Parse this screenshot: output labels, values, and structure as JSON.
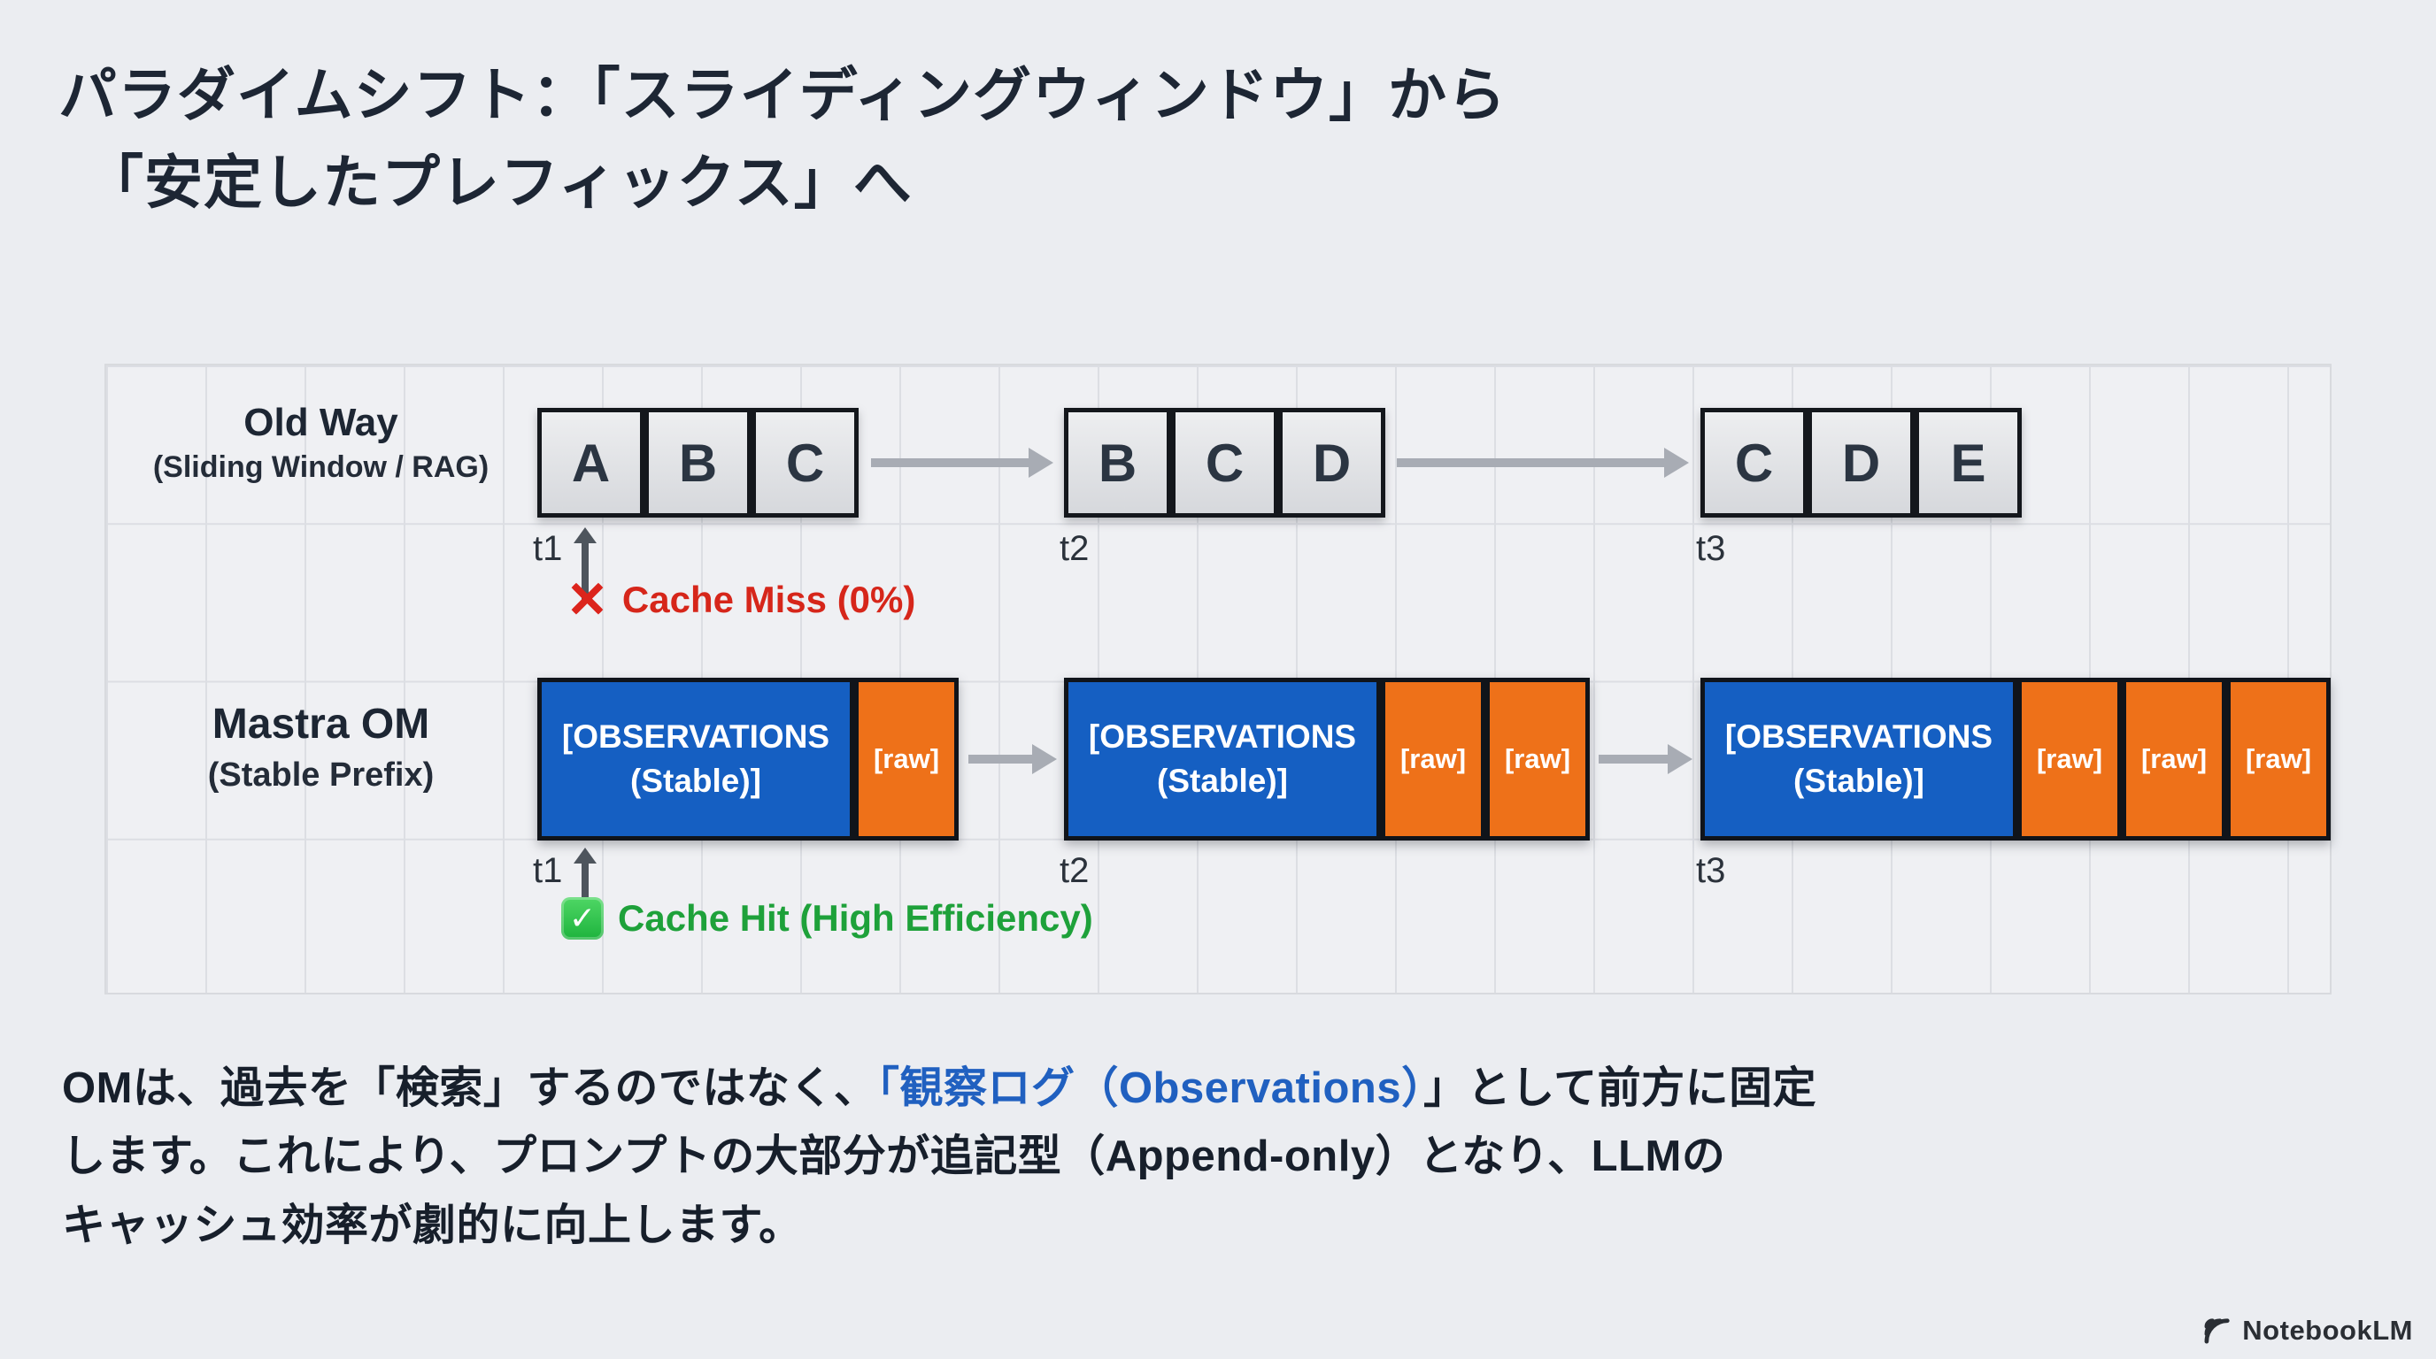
{
  "title": {
    "line1": "パラダイムシフト：「スライディングウィンドウ」から",
    "line2": "「安定したプレフィックス」へ"
  },
  "diagram": {
    "old_way": {
      "label": "Old Way",
      "sublabel": "(Sliding Window / RAG)",
      "steps": [
        {
          "time": "t1",
          "cells": [
            "A",
            "B",
            "C"
          ]
        },
        {
          "time": "t2",
          "cells": [
            "B",
            "C",
            "D"
          ]
        },
        {
          "time": "t3",
          "cells": [
            "C",
            "D",
            "E"
          ]
        }
      ],
      "annotation": {
        "icon": "✕",
        "text": "Cache Miss (0%)"
      }
    },
    "mastra": {
      "label": "Mastra OM",
      "sublabel": "(Stable Prefix)",
      "stable_line1": "[OBSERVATIONS",
      "stable_line2": "(Stable)]",
      "raw_label": "[raw]",
      "steps": [
        {
          "time": "t1",
          "raw_count": 1
        },
        {
          "time": "t2",
          "raw_count": 2
        },
        {
          "time": "t3",
          "raw_count": 3
        }
      ],
      "annotation": {
        "icon": "✓",
        "text": "Cache Hit (High Efficiency)"
      }
    }
  },
  "body": {
    "line1_pre": "OMは、過去を「検索」するのではなく、",
    "line1_highlight": "「観察ログ（Observations）",
    "line1_post": "」として前方に固定",
    "line2": "します。これにより、プロンプトの大部分が追記型（Append-only）となり、LLMの",
    "line3": "キャッシュ効率が劇的に向上します。"
  },
  "watermark": {
    "label": "NotebookLM"
  },
  "colors": {
    "stable_blue": "#155fc2",
    "raw_orange": "#ee7119",
    "cache_miss_red": "#d6261a",
    "cache_hit_green": "#1ea13a",
    "highlight_blue": "#2060c0",
    "page_background": "#ebedf1"
  }
}
